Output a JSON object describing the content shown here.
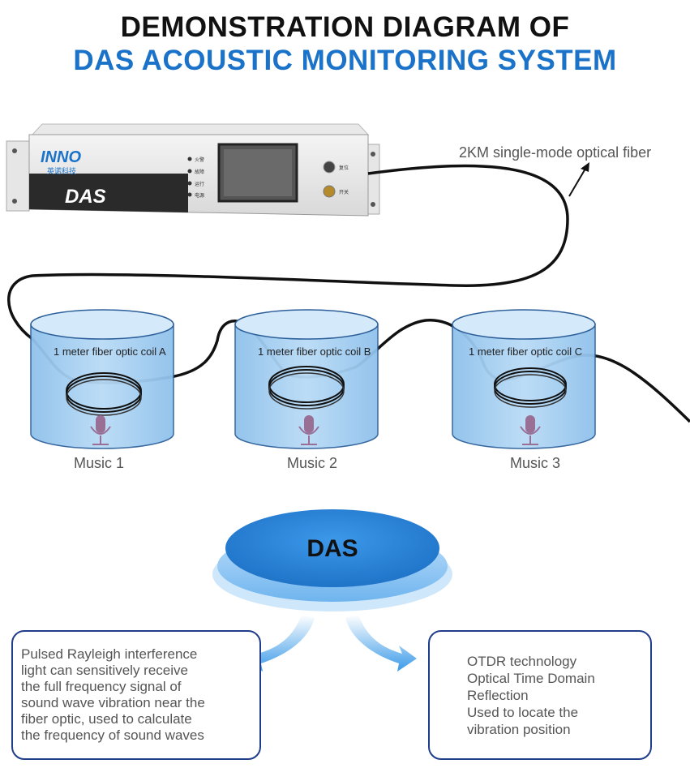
{
  "title": {
    "line1": "DEMONSTRATION DIAGRAM OF",
    "line2": "DAS ACOUSTIC MONITORING SYSTEM"
  },
  "device": {
    "brand": "INNO",
    "brand_sub": "英诺科技",
    "label": "DAS",
    "indicators": [
      "火警",
      "故障",
      "运行",
      "电源"
    ],
    "key_labels": [
      "复位",
      "开关"
    ]
  },
  "fiber_label": "2KM single-mode optical fiber",
  "tanks": [
    {
      "coil_label": "1 meter fiber optic coil A",
      "music_label": "Music 1"
    },
    {
      "coil_label": "1 meter fiber optic coil B",
      "music_label": "Music 2"
    },
    {
      "coil_label": "1 meter fiber optic coil C",
      "music_label": "Music 3"
    }
  ],
  "das_disc_label": "DAS",
  "left_box": {
    "lines": [
      "Pulsed Rayleigh interference",
      "light can sensitively receive",
      "the full frequency signal of",
      "sound wave vibration near the",
      "fiber optic, used to calculate",
      "the frequency of sound waves"
    ]
  },
  "right_box": {
    "lines": [
      "OTDR technology",
      "Optical Time Domain",
      "Reflection",
      "Used to locate the",
      "vibration position"
    ]
  },
  "colors": {
    "title_blue": "#1a73c8",
    "water": "#a9d0f2",
    "disc": "#2a86dc",
    "box_border": "#1f3d8a"
  }
}
